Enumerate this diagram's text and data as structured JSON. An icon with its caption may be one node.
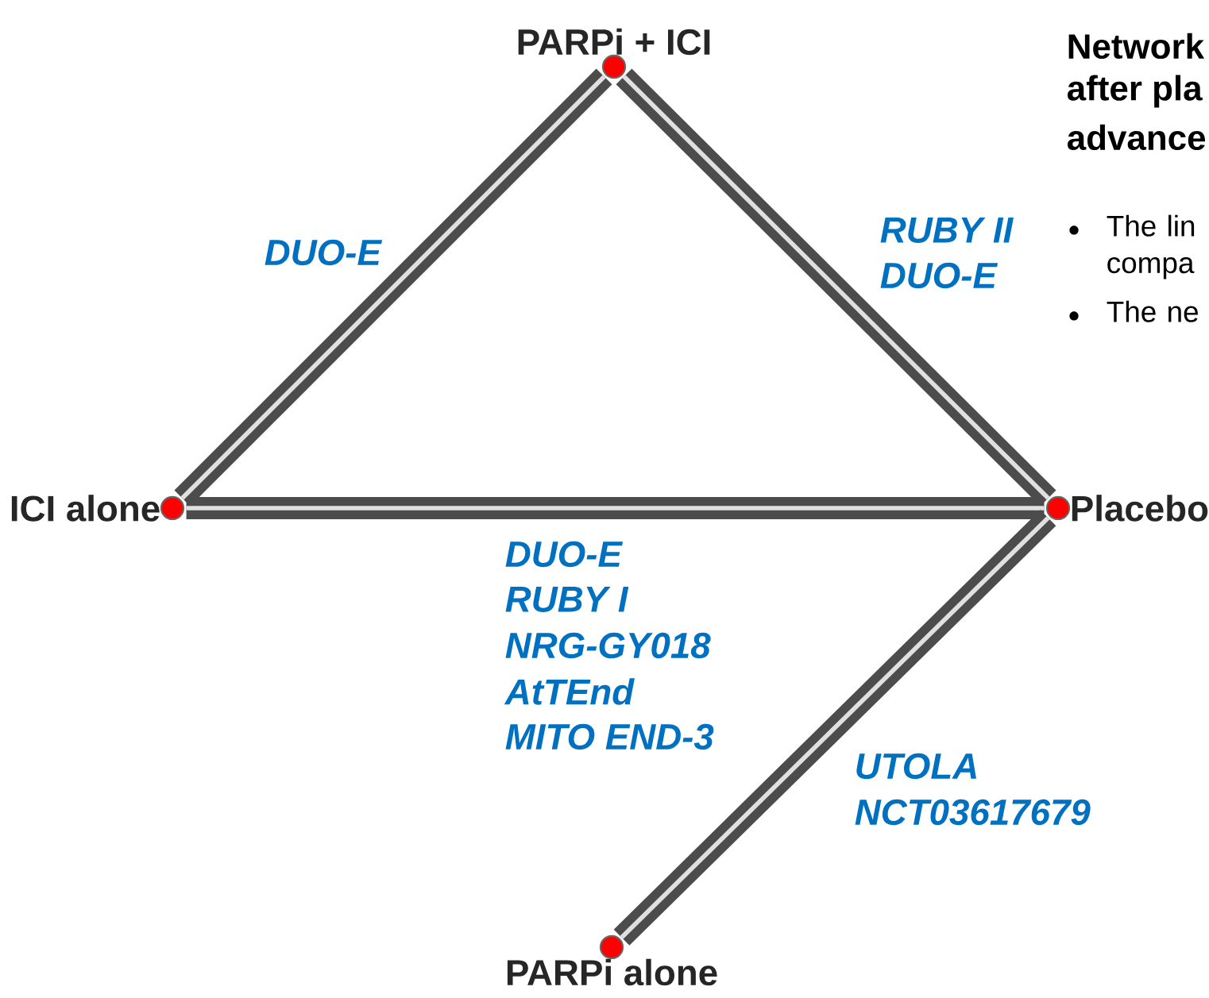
{
  "diagram": {
    "nodes": [
      {
        "text": [
          "PARPi + ICI"
        ]
      },
      {
        "text": [
          "ICI alone"
        ]
      },
      {
        "text": [
          "Placebo"
        ]
      },
      {
        "text": [
          "PARPi alone"
        ]
      }
    ],
    "edges": [
      {
        "from": 1,
        "to": 0,
        "arrow": "none"
      },
      {
        "from": 0,
        "to": 2,
        "arrow": "none"
      },
      {
        "from": 1,
        "to": 2,
        "arrow": "none"
      },
      {
        "from": 2,
        "to": 3,
        "arrow": "none"
      }
    ],
    "labels": [
      "Network",
      "after pla",
      "advance",
      "DUO-E",
      "RUBY II",
      "DUO-E",
      "The lin compa",
      "The ne",
      "DUO-E",
      "RUBY I",
      "NRG-GY018",
      "AtTEnd",
      "MITO END-3",
      "UTOLA",
      "NCT03617679"
    ]
  }
}
